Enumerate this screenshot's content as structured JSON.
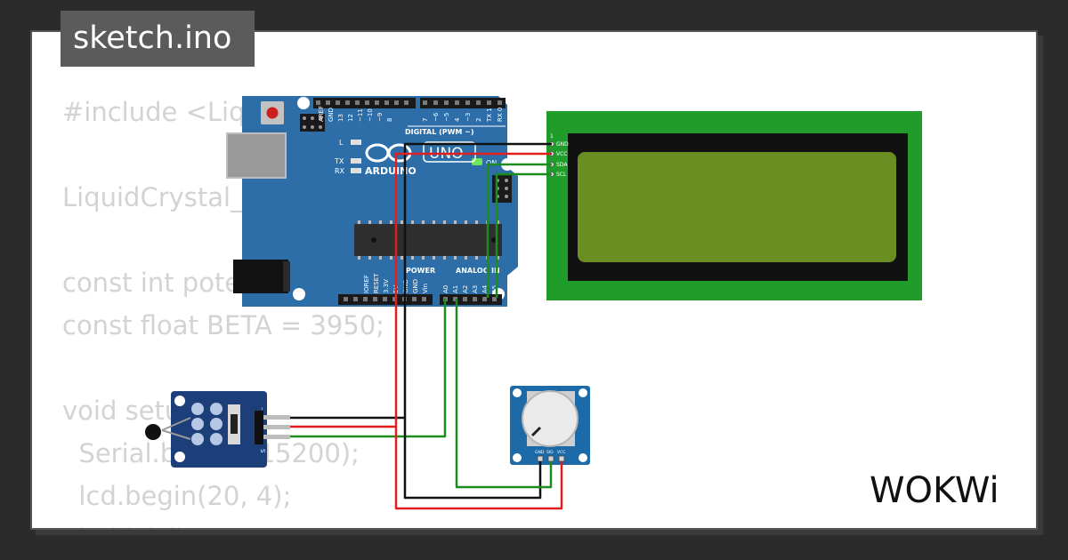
{
  "file_tab": {
    "label": "sketch.ino"
  },
  "code_lines": [
    "#include <LiquidCrystal_I2C.h>",
    "",
    "LiquidCrystal_I2C lcd(0x27, 20, 4);",
    "",
    "const int potentiometerPin = A1;",
    "const float BETA = 3950;",
    "",
    "void setup() {",
    "  Serial.begin(115200);",
    "  lcd.begin(20, 4);",
    "  lcd.init();"
  ],
  "arduino": {
    "brand": "ARDUINO",
    "model": "UNO",
    "digital_label": "DIGITAL (PWM ~)",
    "power_label": "POWER",
    "analog_label": "ANALOG IN",
    "on_label": "ON",
    "led_labels": [
      "L",
      "TX",
      "RX"
    ],
    "top_pins": [
      "AREF",
      "GND",
      "13",
      "12",
      "~11",
      "~10",
      "~9",
      "8",
      "7",
      "~6",
      "~5",
      "4",
      "~3",
      "2",
      "TX 1",
      "RX 0"
    ],
    "power_pins": [
      "IOREF",
      "RESET",
      "3.3V",
      "5V",
      "GND",
      "GND",
      "Vin"
    ],
    "analog_pins": [
      "A0",
      "A1",
      "A2",
      "A3",
      "A4",
      "A5"
    ]
  },
  "lcd": {
    "pin_labels": [
      "GND",
      "VCC",
      "SDA",
      "SCL"
    ],
    "pin1_label": "1"
  },
  "ntc_module": {
    "pin_labels": [
      "–",
      "",
      "S"
    ]
  },
  "potentiometer": {
    "pin_labels": [
      "GND",
      "SIG",
      "VCC"
    ]
  },
  "brand_logo": {
    "text": "WOKWi"
  },
  "colors": {
    "board_blue": "#2d6ea8",
    "lcd_green": "#1f9c2a",
    "lcd_screen": "#6b8e23",
    "wire_red": "#e01e1e",
    "wire_black": "#111111",
    "wire_green": "#1d8c1d"
  }
}
